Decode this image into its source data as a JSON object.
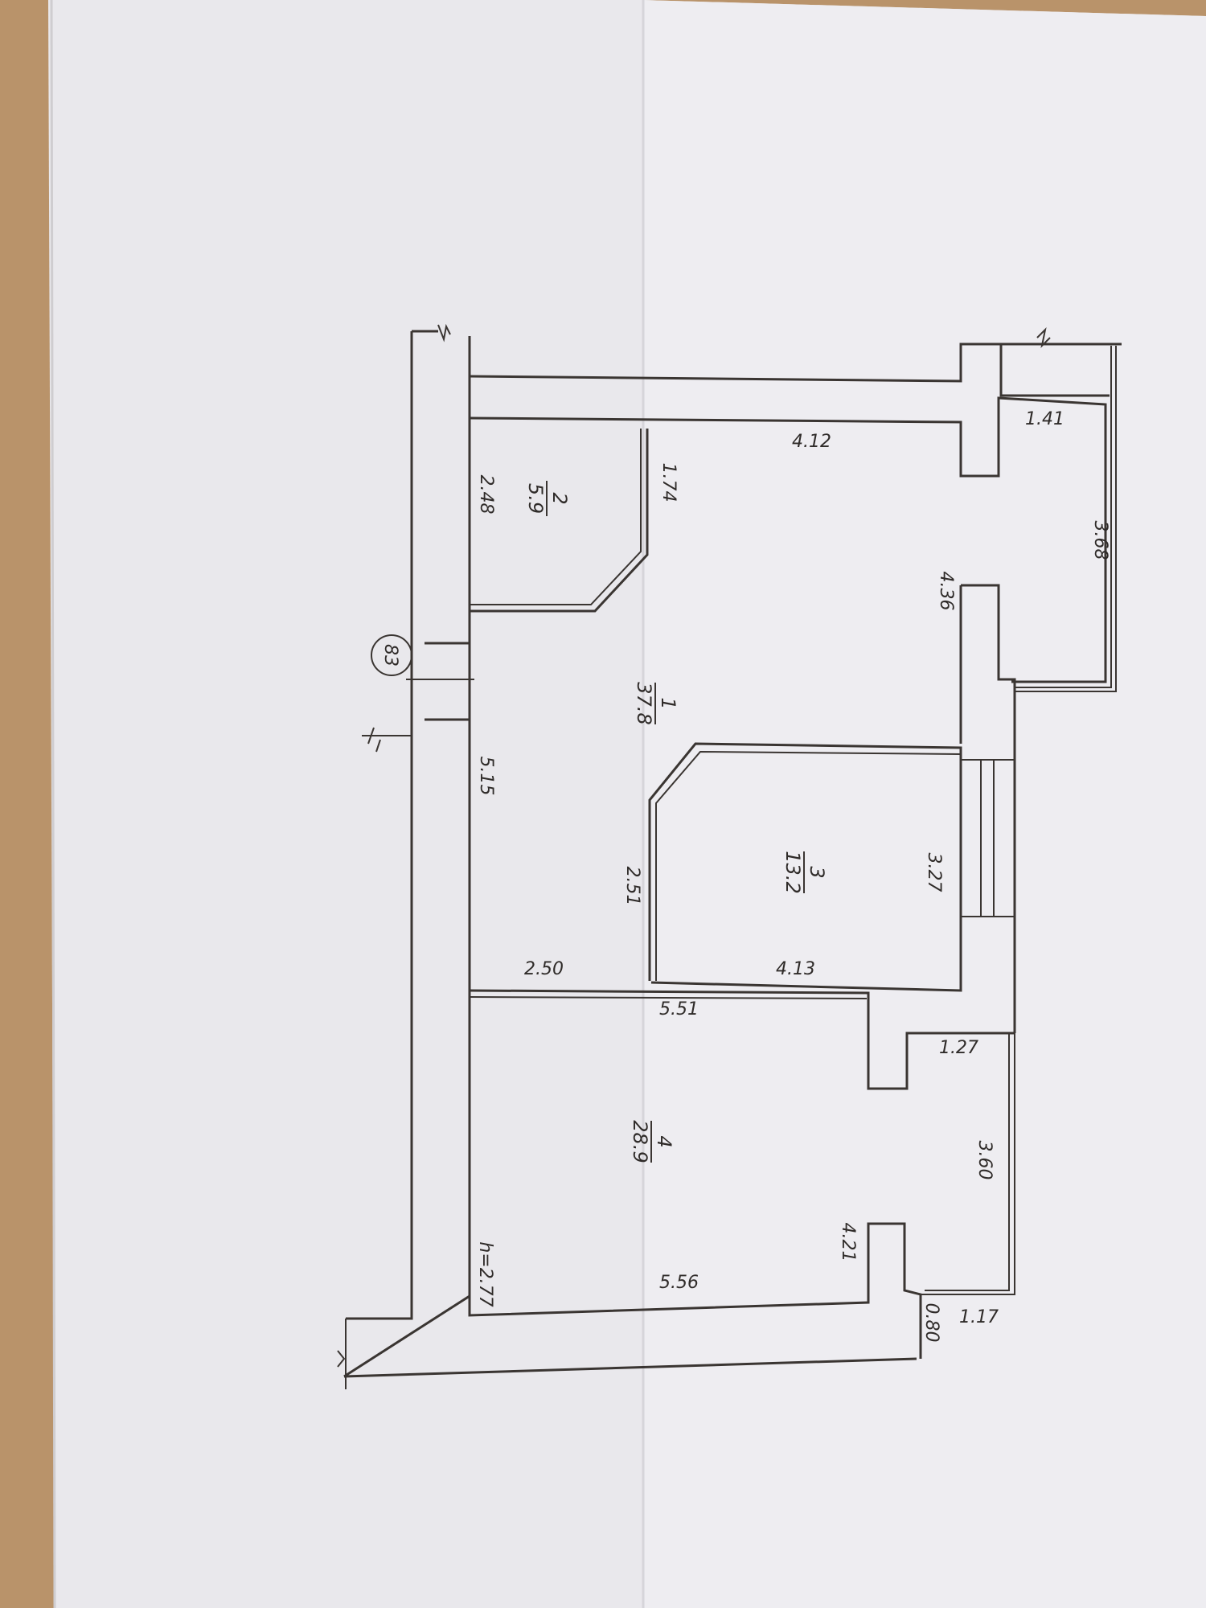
{
  "plan": {
    "marker": "83",
    "height_note": "h=2.77",
    "rooms": [
      {
        "number": "1",
        "area": "37.8"
      },
      {
        "number": "2",
        "area": "5.9"
      },
      {
        "number": "3",
        "area": "13.2"
      },
      {
        "number": "4",
        "area": "28.9"
      }
    ],
    "dimensions": {
      "d_141": "1.41",
      "d_412": "4.12",
      "d_368": "3.68",
      "d_436": "4.36",
      "d_174": "1.74",
      "d_248": "2.48",
      "d_515": "5.15",
      "d_251": "2.51",
      "d_327": "3.27",
      "d_250": "2.50",
      "d_413": "4.13",
      "d_551": "5.51",
      "d_127": "1.27",
      "d_360": "3.60",
      "d_421": "4.21",
      "d_556": "5.56",
      "d_117": "1.17",
      "d_080": "0.80"
    }
  },
  "colors": {
    "table": "#b9936a",
    "paper": "#ecebf0",
    "ink": "#3a3532"
  }
}
